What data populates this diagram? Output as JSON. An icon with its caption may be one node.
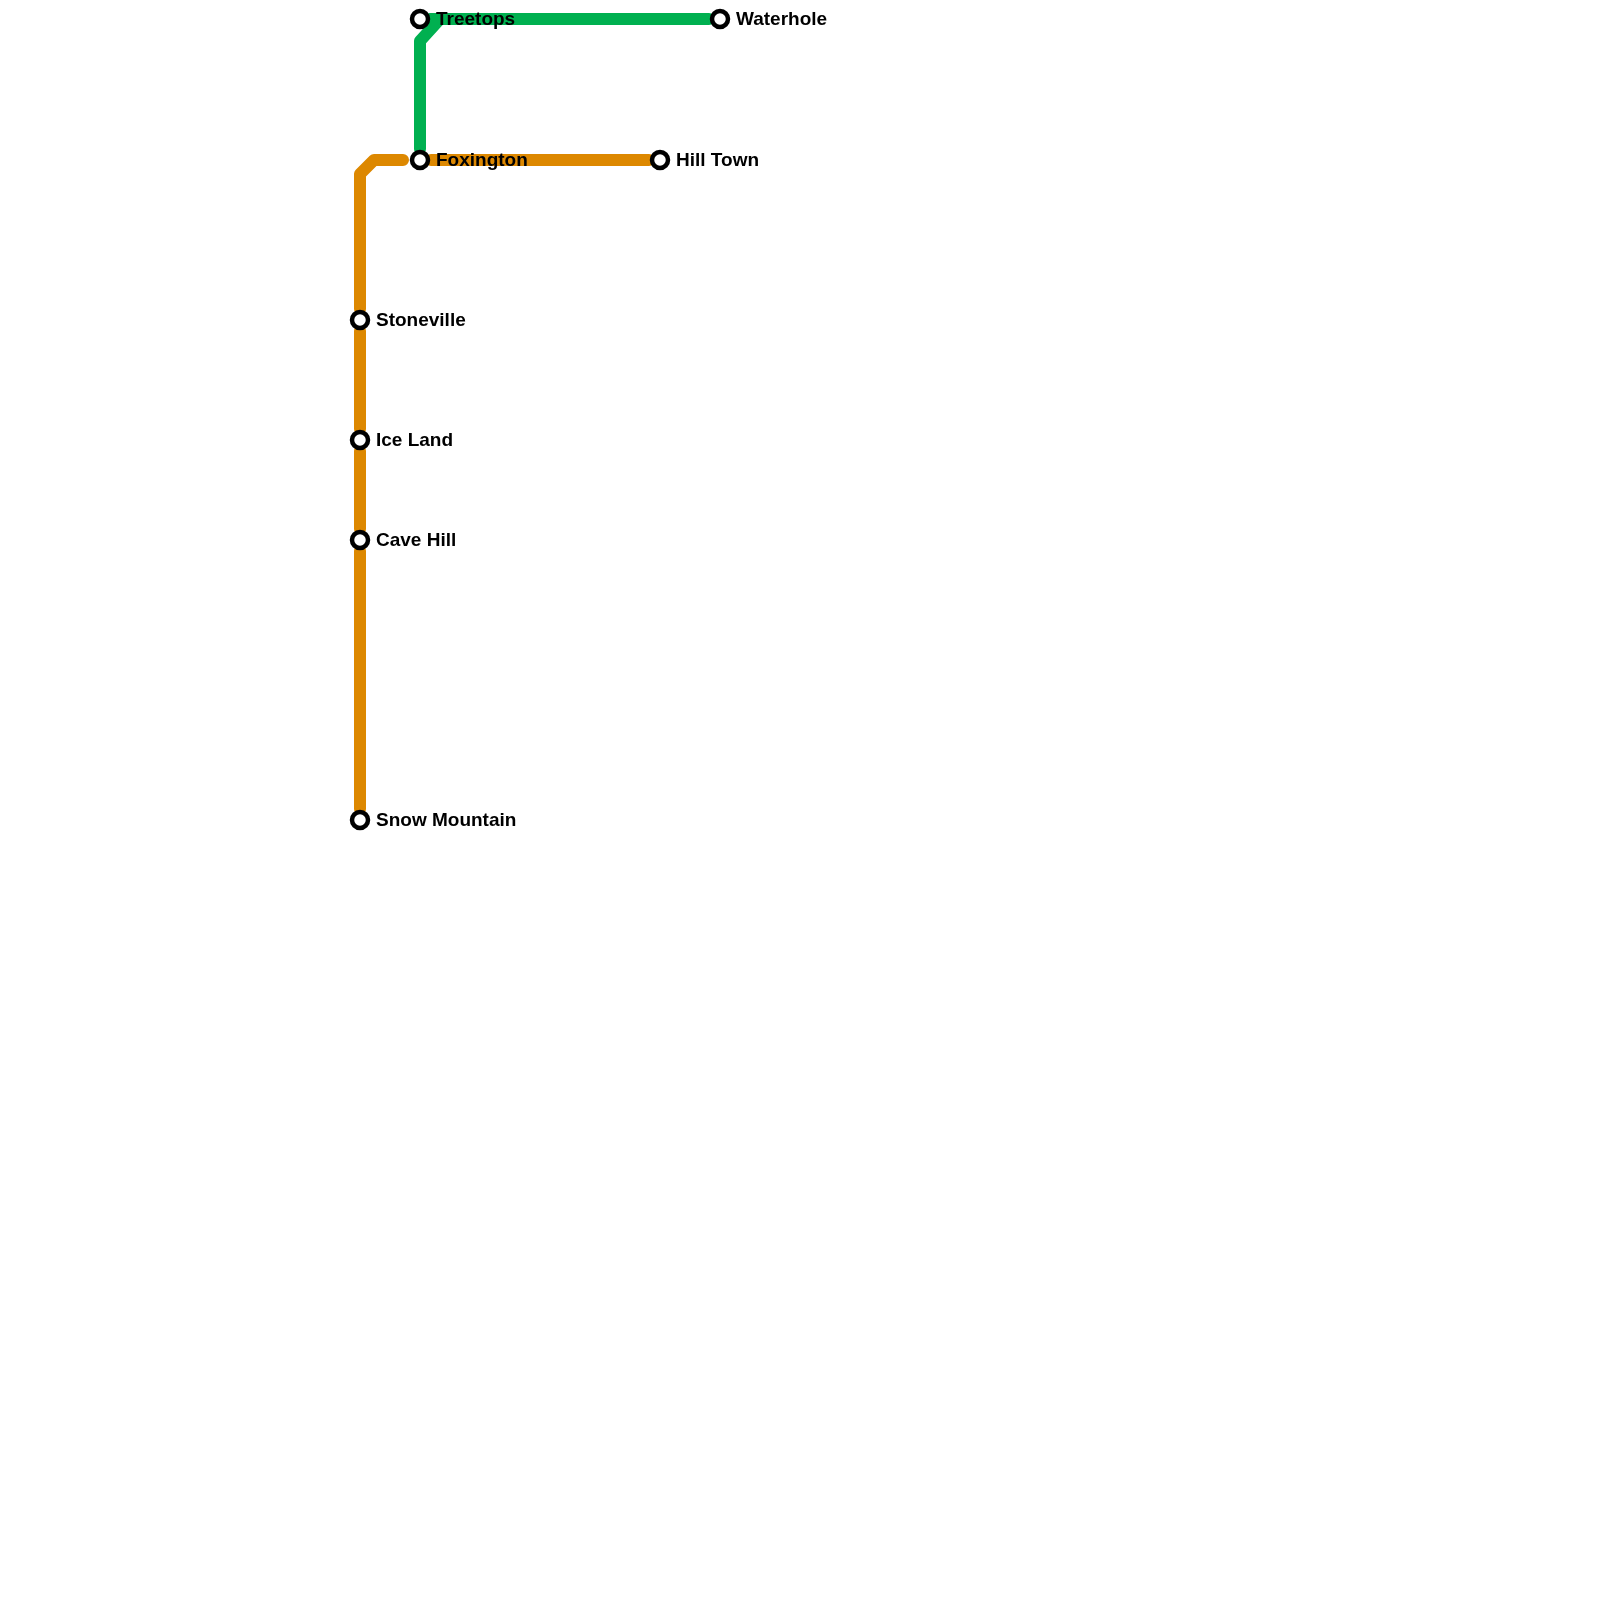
{
  "diagram": {
    "nodes": [
      {
        "text": [
          "Treetops"
        ]
      },
      {
        "text": [
          "Waterhole"
        ]
      },
      {
        "text": [
          "Foxington"
        ]
      },
      {
        "text": [
          "Hill Town"
        ]
      },
      {
        "text": [
          "Stoneville"
        ]
      },
      {
        "text": [
          "Ice Land"
        ]
      },
      {
        "text": [
          "Cave Hill"
        ]
      },
      {
        "text": [
          "Snow Mountain"
        ]
      }
    ],
    "edges": [
      {
        "from": 2,
        "to": 0,
        "arrow": "none",
        "color": "#00b050"
      },
      {
        "from": 0,
        "to": 1,
        "arrow": "none",
        "color": "#00b050"
      },
      {
        "from": 2,
        "to": 3,
        "arrow": "none"
      },
      {
        "from": 2,
        "to": 4,
        "arrow": "none"
      },
      {
        "from": 4,
        "to": 5,
        "arrow": "none"
      },
      {
        "from": 5,
        "to": 6,
        "arrow": "none"
      },
      {
        "from": 6,
        "to": 7,
        "arrow": "none"
      }
    ]
  }
}
